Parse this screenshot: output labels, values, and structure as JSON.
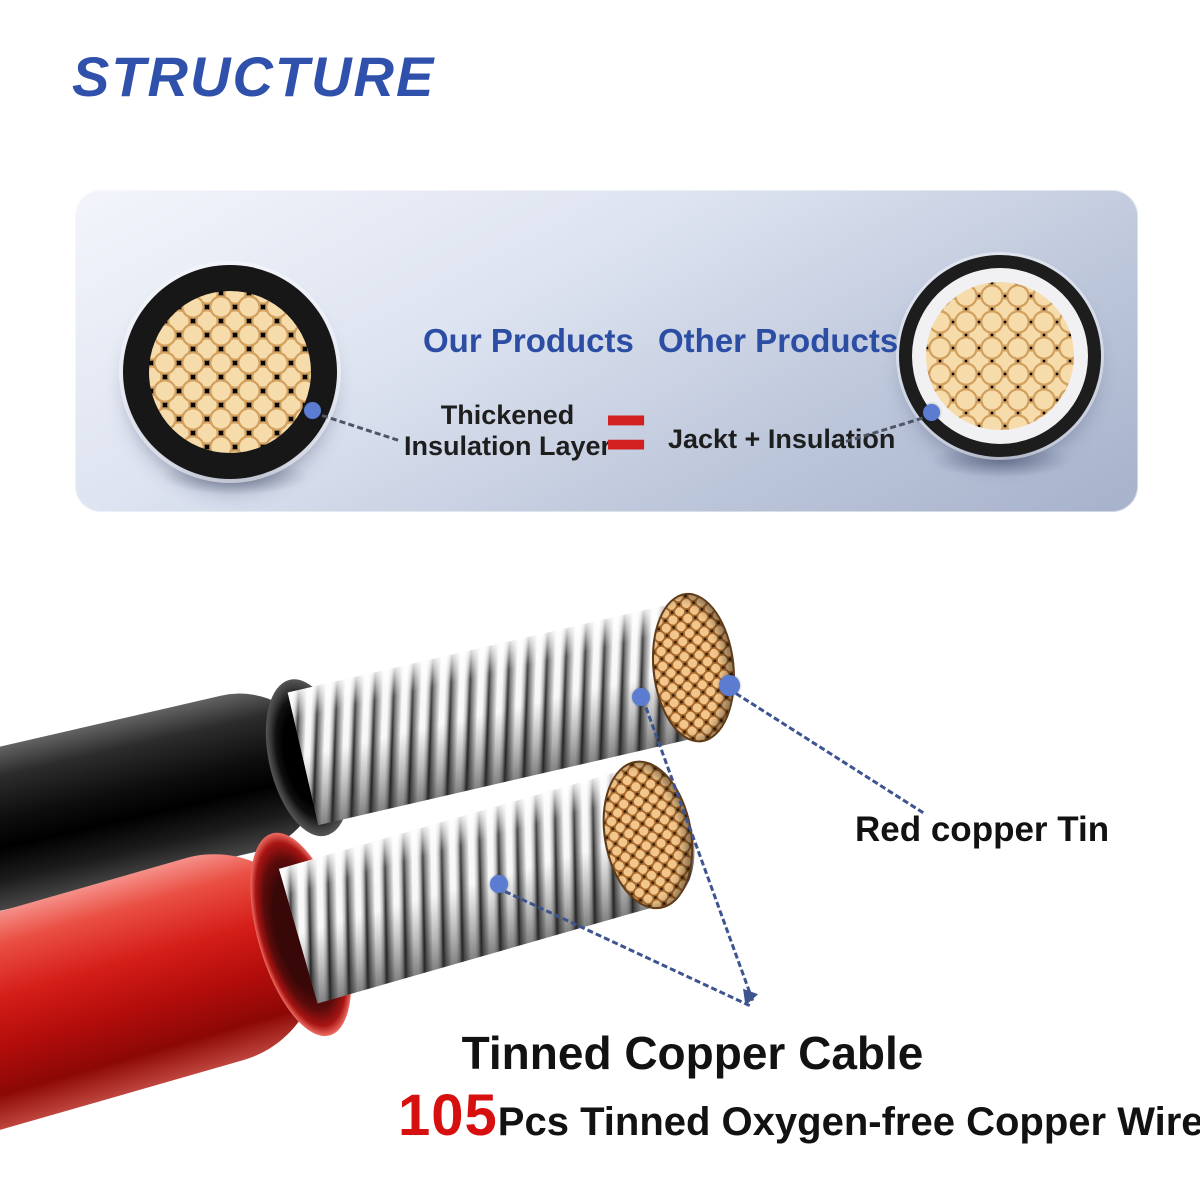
{
  "title": "STRUCTURE",
  "panel": {
    "our_products_label": "Our Products",
    "other_products_label": "Other Products",
    "thickened_line1": "Thickened",
    "thickened_line2": "Insulation Layer",
    "equals": "=",
    "jacket_callout": "Jackt + Insulation"
  },
  "annotations": {
    "red_copper_tin": "Red copper Tin",
    "cable_heading": "Tinned Copper Cable",
    "wire_count": "105",
    "wire_count_suffix": "Pcs Tinned Oxygen-free Copper Wire"
  },
  "icons": {
    "equals_icon": "red double-bar equals",
    "callout_dot": "blue marker dot",
    "arrow_icon": "dashed-line arrowhead"
  },
  "colors": {
    "title_blue": "#3051ab",
    "label_blue": "#2b4da3",
    "accent_red": "#d1201f",
    "count_red": "#d6100f",
    "dash_navy": "#3d5490",
    "dot_blue": "#5b7cd0",
    "panel_gradient_start": "#f3f5fb",
    "panel_gradient_end": "#a6b2cb",
    "copper_strand": "#f7dcab",
    "jacket_black": "#0d0d0d",
    "jacket_red": "#d41d18"
  }
}
